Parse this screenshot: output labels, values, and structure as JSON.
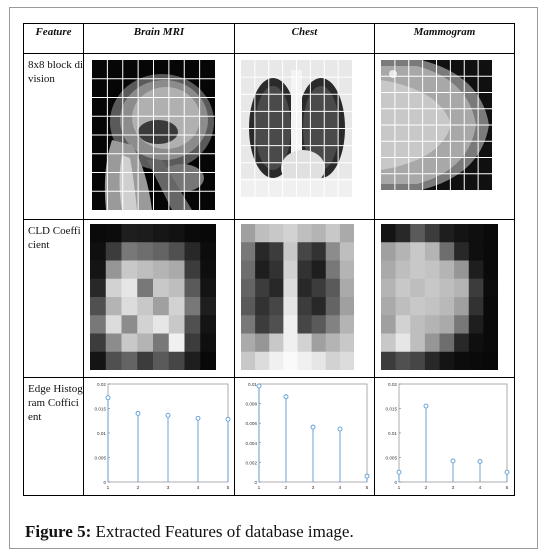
{
  "table": {
    "headers": [
      "Feature",
      "Brain MRI",
      "Chest",
      "Mammogram"
    ],
    "rows": [
      {
        "label": "8x8 block division"
      },
      {
        "label": "CLD Coefficient"
      },
      {
        "label": "Edge Histogram Cofficient"
      }
    ]
  },
  "caption": {
    "prefix": "Figure 5:",
    "text": " Extracted Features of database image."
  },
  "colors": {
    "stem": "#5b9bd5",
    "grid_line": "#ffffff"
  },
  "chart_data": [
    {
      "type": "stem",
      "x": [
        1,
        2,
        3,
        4,
        5
      ],
      "values": [
        0.0172,
        0.014,
        0.0136,
        0.013,
        0.0128
      ],
      "ylim": [
        0,
        0.02
      ],
      "xticks": [
        "1",
        "2",
        "3",
        "4",
        "5"
      ],
      "yticks": [
        "0",
        "0.005",
        "0.01",
        "0.015",
        "0.02"
      ]
    },
    {
      "type": "stem",
      "x": [
        1,
        2,
        3,
        4,
        5
      ],
      "values": [
        0.0098,
        0.0087,
        0.0056,
        0.0054,
        0.0006
      ],
      "ylim": [
        0,
        0.01
      ],
      "xticks": [
        "1",
        "2",
        "3",
        "4",
        "5"
      ],
      "yticks": [
        "0",
        "0.002",
        "0.004",
        "0.006",
        "0.008",
        "0.01"
      ]
    },
    {
      "type": "stem",
      "x": [
        1,
        2,
        3,
        4,
        5
      ],
      "values": [
        0.002,
        0.0155,
        0.0043,
        0.0042,
        0.002
      ],
      "ylim": [
        0,
        0.02
      ],
      "xticks": [
        "1",
        "2",
        "3",
        "4",
        "5"
      ],
      "yticks": [
        "0",
        "0.005",
        "0.01",
        "0.015",
        "0.02"
      ]
    }
  ]
}
